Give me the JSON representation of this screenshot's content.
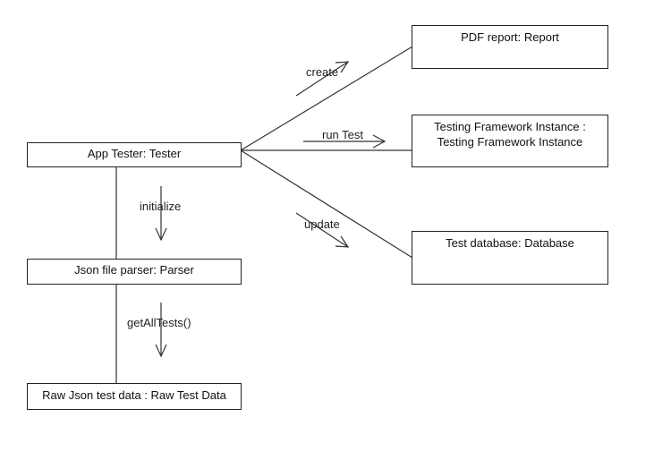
{
  "nodes": {
    "app_tester": "App Tester: Tester",
    "json_parser": "Json file parser: Parser",
    "raw_data": "Raw Json test data : Raw Test Data",
    "pdf_report": "PDF report: Report",
    "testing_framework": [
      "Testing Framework Instance :",
      "Testing Framework Instance"
    ],
    "test_database": "Test database: Database"
  },
  "messages": {
    "create": "create",
    "run_test": "run Test",
    "update": "update",
    "initialize": "initialize",
    "get_all_tests": "getAllTests()"
  },
  "colors": {
    "line": "#333333",
    "border": "#222222",
    "background": "#ffffff"
  }
}
